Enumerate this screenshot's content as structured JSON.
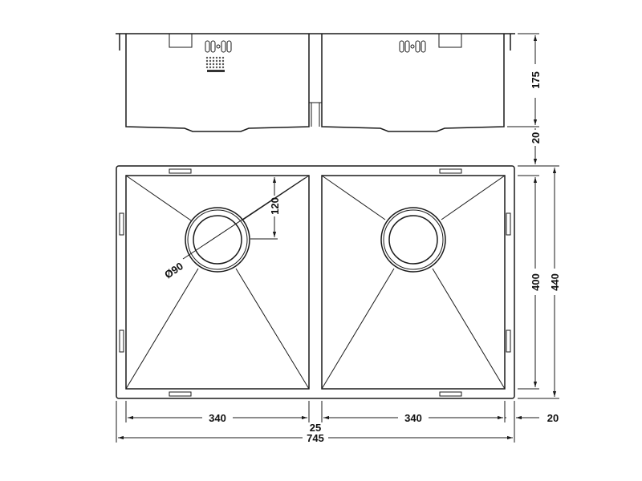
{
  "drawing": {
    "title": "Double bowl undermount sink technical drawing",
    "line_color": "#1a1a1a",
    "background": "#ffffff"
  },
  "side_view": {
    "dim_height": "175",
    "dim_flange": "20"
  },
  "top_view": {
    "dim_drain_diameter": "Ø90",
    "dim_drain_offset": "120",
    "dim_inner_height": "400",
    "dim_outer_height": "440"
  },
  "bottom_dims": {
    "left_bowl_width": "340",
    "divider_width": "25",
    "right_bowl_width": "340",
    "right_margin": "20",
    "total_width": "745"
  }
}
